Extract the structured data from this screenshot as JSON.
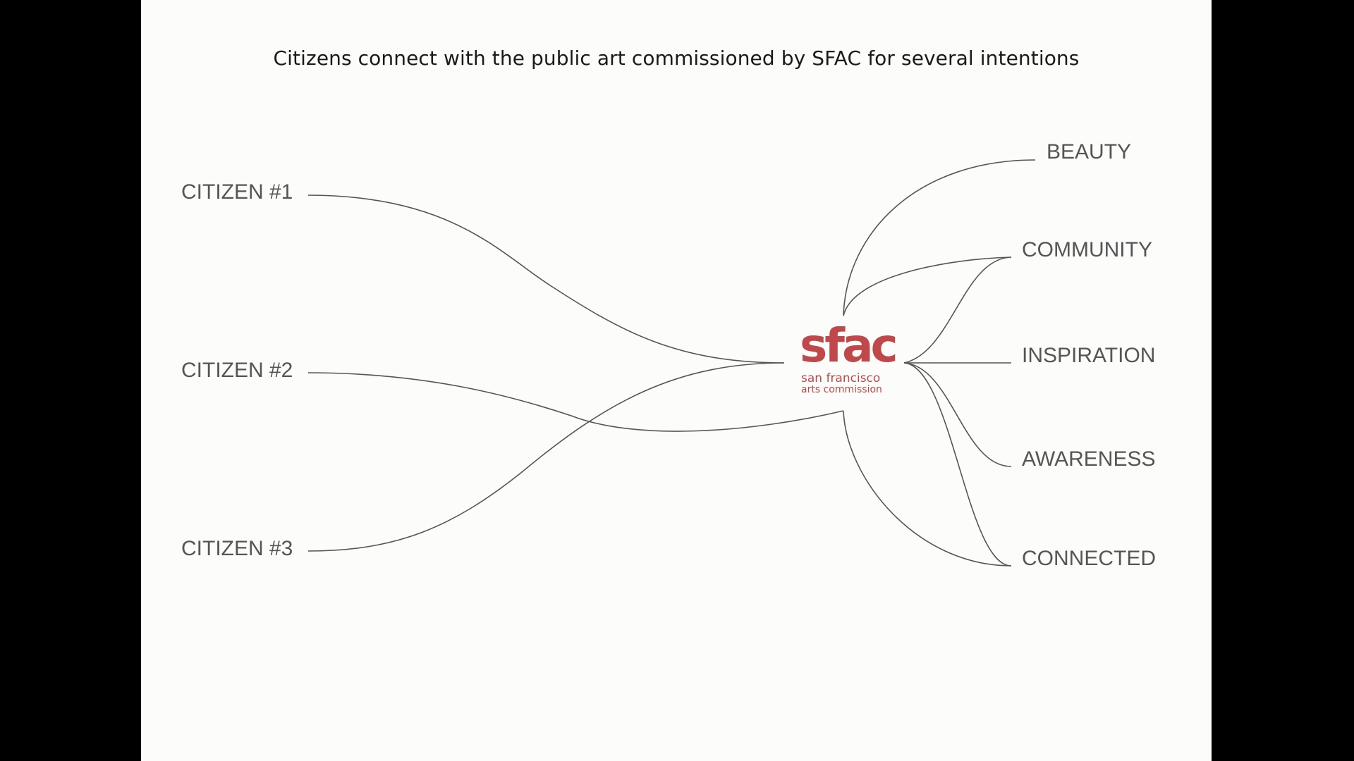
{
  "slide": {
    "title": "Citizens connect with the public art commissioned by SFAC for several intentions"
  },
  "logo": {
    "wordmark": "sfac",
    "line1": "san francisco",
    "line2": "arts commission",
    "color": "#c0474a"
  },
  "citizens": [
    {
      "label": "CITIZEN #1"
    },
    {
      "label": "CITIZEN #2"
    },
    {
      "label": "CITIZEN #3"
    }
  ],
  "intentions": [
    {
      "label": "BEAUTY"
    },
    {
      "label": "COMMUNITY"
    },
    {
      "label": "INSPIRATION"
    },
    {
      "label": "AWARENESS"
    },
    {
      "label": "CONNECTED"
    }
  ],
  "colors": {
    "line": "#555555",
    "text": "#555555",
    "background": "#fcfcfb"
  }
}
